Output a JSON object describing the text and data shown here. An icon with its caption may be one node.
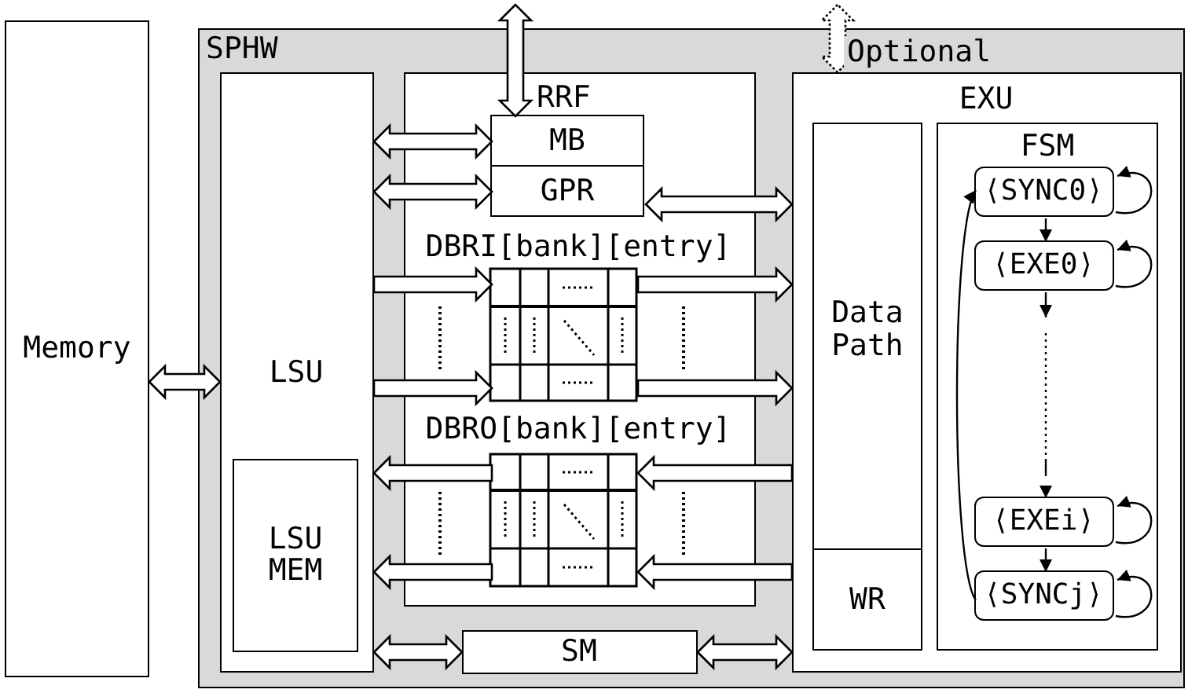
{
  "diagram": {
    "nodes": [
      {
        "text": [
          "Memory"
        ]
      },
      {
        "text": [
          "SPHW"
        ]
      },
      {
        "text": [
          "LSU"
        ],
        "in": 1
      },
      {
        "text": [
          "LSU MEM"
        ],
        "in": 2
      },
      {
        "text": [
          "RRF"
        ],
        "in": 1
      },
      {
        "text": [
          "MB"
        ],
        "in": 4
      },
      {
        "text": [
          "GPR"
        ],
        "in": 4
      },
      {
        "text": [
          "DBRI[bank][entry]"
        ],
        "in": 4
      },
      {
        "text": [
          "DBRO[bank][entry]"
        ],
        "in": 4
      },
      {
        "text": [
          "SM"
        ],
        "in": 1
      },
      {
        "text": [
          "EXU"
        ],
        "in": 1
      },
      {
        "text": [
          "Data Path"
        ],
        "in": 10
      },
      {
        "text": [
          "WR"
        ],
        "in": 10
      },
      {
        "text": [
          "FSM"
        ],
        "in": 10
      },
      {
        "text": [
          "⟨SYNC0⟩"
        ],
        "in": 13
      },
      {
        "text": [
          "⟨EXE0⟩"
        ],
        "in": 13
      },
      {
        "text": [
          "⟨EXEi⟩"
        ],
        "in": 13
      },
      {
        "text": [
          "⟨SYNCj⟩"
        ],
        "in": 13
      }
    ],
    "edges": [
      {
        "from": 0,
        "to": 2,
        "arrow": "both"
      },
      {
        "from": null,
        "to": 5,
        "arrow": "both"
      },
      {
        "from": null,
        "to": 10,
        "arrow": "both",
        "label": "Optional",
        "style": "dashed"
      },
      {
        "from": 2,
        "to": 5,
        "arrow": "both"
      },
      {
        "from": 2,
        "to": 6,
        "arrow": "both"
      },
      {
        "from": 6,
        "to": 10,
        "arrow": "both"
      },
      {
        "from": 2,
        "to": 7,
        "arrow": "to"
      },
      {
        "from": 2,
        "to": 7,
        "arrow": "to"
      },
      {
        "from": 7,
        "to": 10,
        "arrow": "to"
      },
      {
        "from": 7,
        "to": 10,
        "arrow": "to"
      },
      {
        "from": 10,
        "to": 8,
        "arrow": "to"
      },
      {
        "from": 10,
        "to": 8,
        "arrow": "to"
      },
      {
        "from": 8,
        "to": 2,
        "arrow": "to"
      },
      {
        "from": 8,
        "to": 2,
        "arrow": "to"
      },
      {
        "from": 2,
        "to": 9,
        "arrow": "both"
      },
      {
        "from": 9,
        "to": 10,
        "arrow": "both"
      },
      {
        "from": 14,
        "to": 15,
        "arrow": "to"
      },
      {
        "from": 15,
        "to": 16,
        "arrow": "to",
        "style": "dashed"
      },
      {
        "from": 16,
        "to": 17,
        "arrow": "to"
      },
      {
        "from": 17,
        "to": 14,
        "arrow": "to"
      },
      {
        "from": 14,
        "to": 14,
        "arrow": "to"
      },
      {
        "from": 15,
        "to": 15,
        "arrow": "to"
      },
      {
        "from": 16,
        "to": 16,
        "arrow": "to"
      },
      {
        "from": 17,
        "to": 17,
        "arrow": "to"
      }
    ]
  }
}
